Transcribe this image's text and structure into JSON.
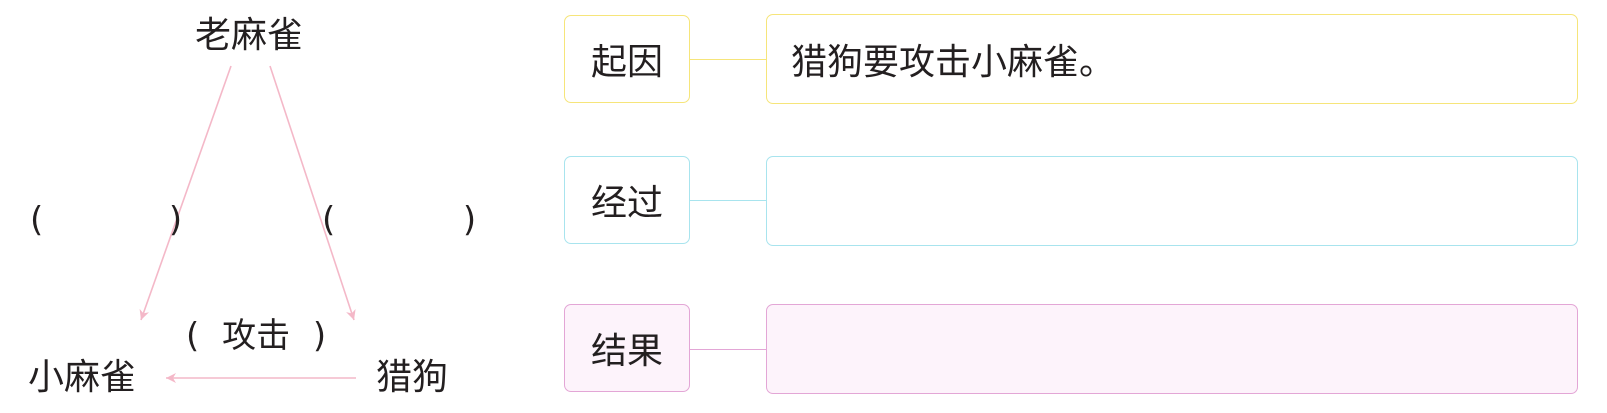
{
  "diagram": {
    "nodes": {
      "top": "老麻雀",
      "bottom_left": "小麻雀",
      "bottom_right": "猎狗"
    },
    "relations": {
      "top_to_left": {
        "open": "(",
        "text": "",
        "close": ")"
      },
      "top_to_right": {
        "open": "(",
        "text": "",
        "close": ")"
      },
      "right_to_left": {
        "open": "(",
        "text": "攻击",
        "close": ")"
      }
    },
    "arrow_color": "#f4b8c8"
  },
  "story": {
    "rows": [
      {
        "stage": "起因",
        "content": "猎狗要攻击小麻雀。",
        "color": "#f6e57a"
      },
      {
        "stage": "经过",
        "content": "",
        "color": "#a8e4ee"
      },
      {
        "stage": "结果",
        "content": "",
        "color": "#e3a6d6",
        "fill": "#fdf3fb"
      }
    ]
  }
}
